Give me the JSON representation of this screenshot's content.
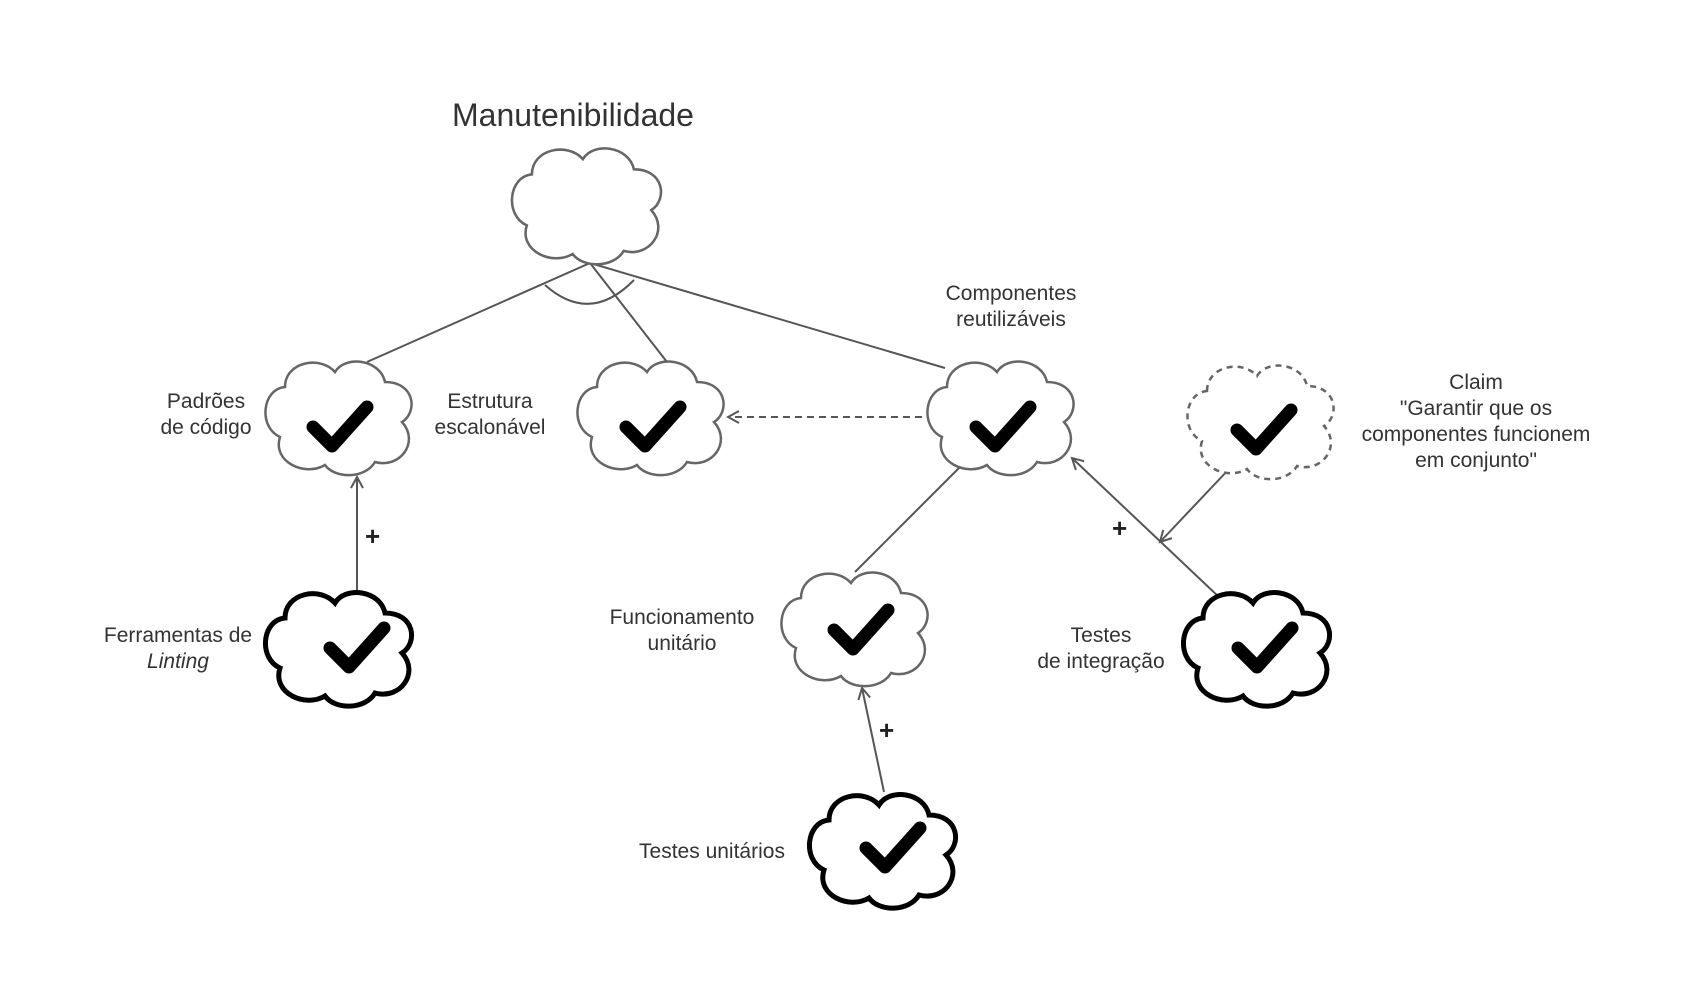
{
  "goal": {
    "title": "Manutenibilidade"
  },
  "nodes": {
    "padroes": {
      "line1": "Padrões",
      "line2": "de código"
    },
    "estrutura": {
      "line1": "Estrutura",
      "line2": "escalonável"
    },
    "componentes": {
      "line1": "Componentes",
      "line2": "reutilizáveis"
    },
    "claim": {
      "line1": "Claim",
      "line2": "\"Garantir que os",
      "line3": "componentes funcionem",
      "line4": "em conjunto\""
    },
    "ferramentas": {
      "line1": "Ferramentas de",
      "line2": "Linting"
    },
    "funcionamento": {
      "line1": "Funcionamento",
      "line2": "unitário"
    },
    "testes_integracao": {
      "line1": "Testes",
      "line2": "de integração"
    },
    "testes_unitarios": {
      "line1": "Testes unitários"
    }
  },
  "contributions": {
    "ferramentas_to_padroes": "+",
    "testes_unitarios_to_funcionamento": "+",
    "testes_integracao_to_componentes": "+"
  },
  "colors": {
    "line": "#555555",
    "text": "#333333",
    "cloud_outline_thin": "#666666",
    "cloud_outline_thick": "#000000",
    "check": "#000000"
  },
  "icons": {
    "goal": "cloud-icon",
    "satisficed": "checkmark-icon",
    "claim": "dashed-cloud-icon"
  }
}
